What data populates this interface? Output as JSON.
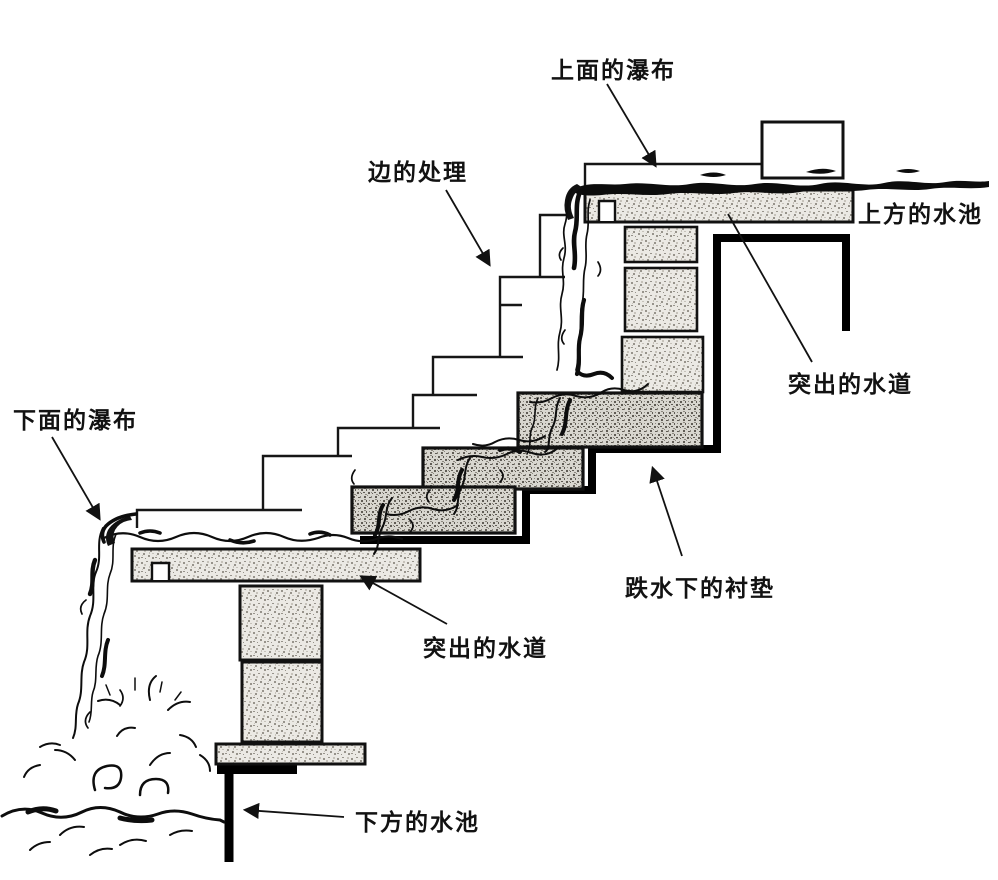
{
  "diagram": {
    "annotations": [
      {
        "id": "upper-waterfall",
        "text": "上面的瀑布"
      },
      {
        "id": "edge-treatment",
        "text": "边的处理"
      },
      {
        "id": "upper-pool",
        "text": "上方的水池"
      },
      {
        "id": "projecting-channel-upper",
        "text": "突出的水道"
      },
      {
        "id": "lower-waterfall",
        "text": "下面的瀑布"
      },
      {
        "id": "liner-under-cascade",
        "text": "跌水下的衬垫"
      },
      {
        "id": "projecting-channel-lower",
        "text": "突出的水道"
      },
      {
        "id": "lower-pool",
        "text": "下方的水池"
      }
    ],
    "colors": {
      "ink": "#111111",
      "paper": "#ffffff",
      "stone_fill_light": "#ebe9e4",
      "stone_fill_dark": "#d8d6cf"
    }
  }
}
